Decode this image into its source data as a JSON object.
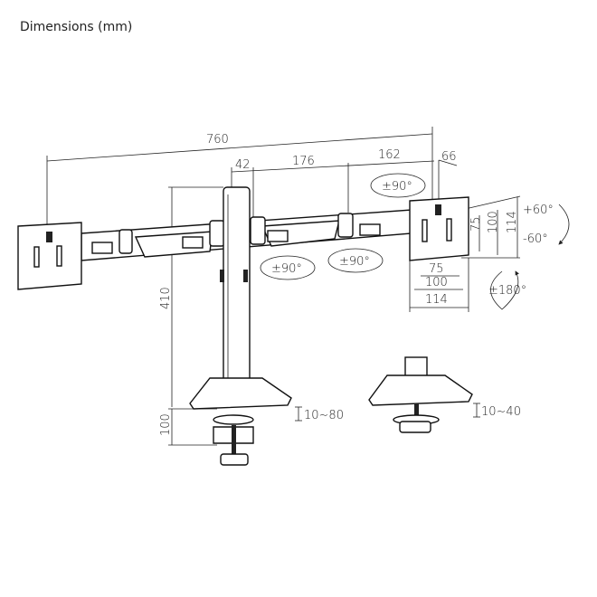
{
  "title": "Dimensions (mm)",
  "dimensions": {
    "total_width": "760",
    "pole_width": "42",
    "arm_inner": "176",
    "arm_outer": "162",
    "plate_offset": "66",
    "pole_height": "410",
    "clamp_height": "100",
    "vesa_small_h": "75",
    "vesa_mid_h": "100",
    "plate_h": "114",
    "vesa_small_w": "75",
    "vesa_mid_w": "100",
    "plate_w": "114",
    "clamp_range": "10~80",
    "grommet_range": "10~40"
  },
  "rotations": {
    "swivel_top": "±90°",
    "swivel_left": "±90°",
    "swivel_mid": "±90°",
    "tilt_up": "+60°",
    "tilt_down": "-60°",
    "rotate": "±180°"
  }
}
